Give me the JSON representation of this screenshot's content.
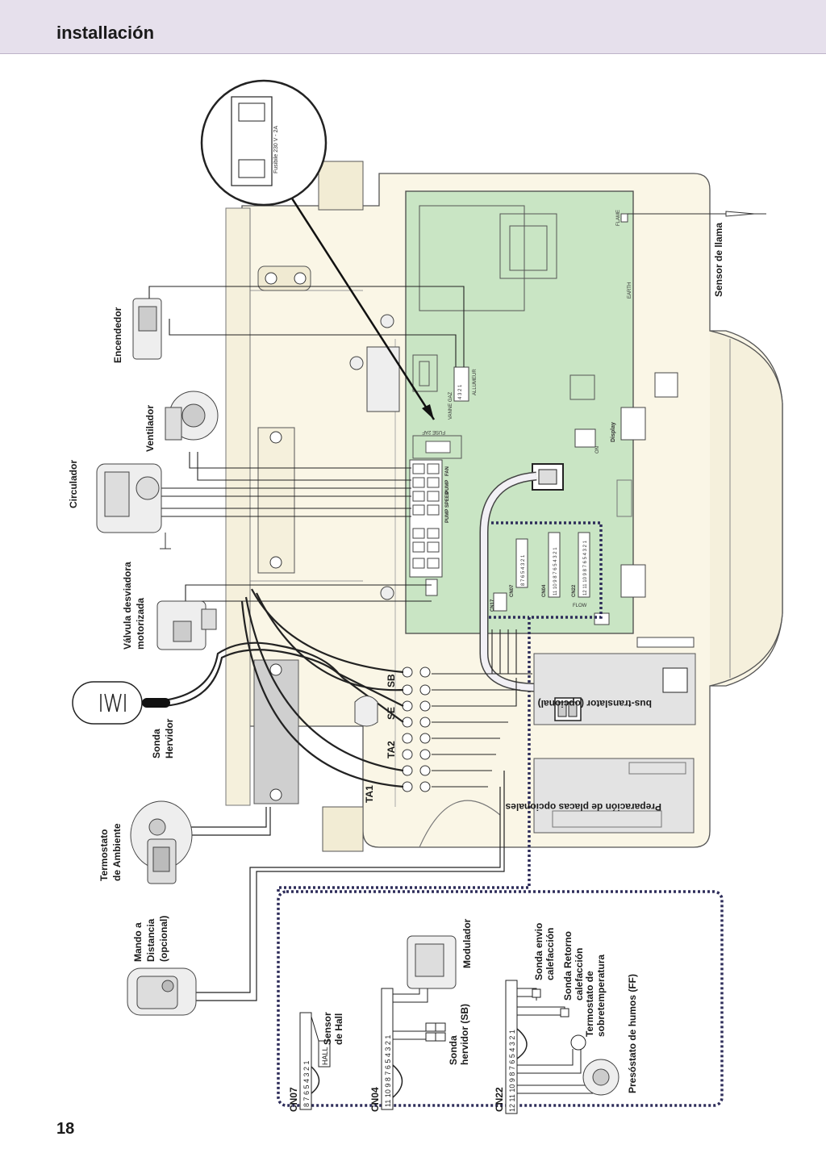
{
  "header": {
    "title": "installación"
  },
  "page_number": "18",
  "fuse_label": "Fusibile 230 V - 2A",
  "board": {
    "fuse_2af": "FUSE 2AF",
    "flame": "FLAME",
    "earth": "EARTH",
    "display": "Display",
    "on": "ON",
    "pump_speed": "PUMP SPEED",
    "pump": "PUMP",
    "fan": "FAN",
    "vanne_gaz": "VANNE GAZ",
    "allumeur": "ALLUMEUR",
    "cn07": "CN07",
    "cn04": "CN04",
    "cn22": "CN22",
    "cn17": "CN17",
    "flow": "FLOW"
  },
  "components": {
    "encendedor": "Encendedor",
    "ventilador": "Ventilador",
    "circulador": "Circulador",
    "valvula_line1": "Válvula desviadora",
    "valvula_line2": "motorizada",
    "sonda_line1": "Sonda",
    "sonda_line2": "Hervidor",
    "termostato_line1": "Termostato",
    "termostato_line2": "de Ambiente",
    "mando_line1": "Mando a",
    "mando_line2": "Distancia",
    "mando_line3": "(opcional)",
    "sensor_llama": "Sensor de llama",
    "bus_translator": "bus-translator (opcional)",
    "placas_opcionales": "Preparación de placas opcionales"
  },
  "terminals": {
    "sb": "SB",
    "se": "SE",
    "ta2": "TA2",
    "ta1": "TA1"
  },
  "detail": {
    "cn07": "CN07",
    "cn04": "CN04",
    "cn22": "CN22",
    "hall": "HALL",
    "sensor_hall_line1": "Sensor",
    "sensor_hall_line2": "de Hall",
    "sonda_hervidor_line1": "Sonda",
    "sonda_hervidor_line2": "hervidor (SB)",
    "modulador": "Modulador",
    "sonda_envio_line1": "Sonda envio",
    "sonda_envio_line2": "calefacción",
    "sonda_retorno_line1": "Sonda Retorno",
    "sonda_retorno_line2": "calefacción",
    "termostato_sobre_line1": "Termostato de",
    "termostato_sobre_line2": "sobretemperatura",
    "presostato": "Presóstato de humos (FF)"
  }
}
